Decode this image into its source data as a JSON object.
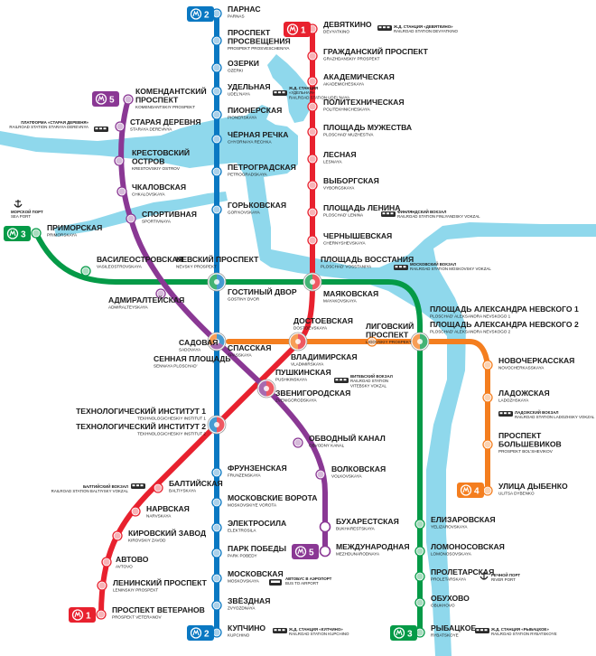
{
  "colors": {
    "line1": "#e8212e",
    "line2": "#0a78c2",
    "line3": "#059a47",
    "line4": "#f47e1f",
    "line5": "#8a3894",
    "river": "#8fd8ec",
    "label_ru": "#1a1a1a"
  },
  "badges": {
    "line1": "1",
    "line2": "2",
    "line3": "3",
    "line4": "4",
    "line5": "5"
  },
  "stations": {
    "parnas": {
      "ru": "ПАРНАС",
      "en": "PARNAS"
    },
    "prosveshcheniya": {
      "ru": "ПРОСПЕКТ ПРОСВЕЩЕНИЯ",
      "en": "PROSPEKT PROSVESCHENIYA"
    },
    "ozerki": {
      "ru": "ОЗЕРКИ",
      "en": "OZERKI"
    },
    "udelnaya": {
      "ru": "УДЕЛЬНАЯ",
      "en": "UDEL'NAYA"
    },
    "pionerskaya": {
      "ru": "ПИОНЕРСКАЯ",
      "en": "PIONERSKAYA"
    },
    "chernaya_rechka": {
      "ru": "ЧЁРНАЯ РЕЧКА",
      "en": "CHYORNAYA RECHKA"
    },
    "petrogradskaya": {
      "ru": "ПЕТРОГРАДСКАЯ",
      "en": "PETROGRADSKAYA"
    },
    "gorkovskaya": {
      "ru": "ГОРЬКОВСКАЯ",
      "en": "GOR'KOVSKAYA"
    },
    "nevsky": {
      "ru": "НЕВСКИЙ ПРОСПЕКТ",
      "en": "NEVSKY PROSPEKT"
    },
    "gostiny": {
      "ru": "ГОСТИНЫЙ ДВОР",
      "en": "GOSTINY DVOR"
    },
    "sennaya": {
      "ru": "СЕННАЯ ПЛОЩАДЬ",
      "en": "SENNAYA PLOSCHAD'"
    },
    "sadovaya": {
      "ru": "САДОВАЯ",
      "en": "SADOVAYA"
    },
    "spasskaya": {
      "ru": "СПАССКАЯ",
      "en": "SPASSKAYA"
    },
    "tech1": {
      "ru": "ТЕХНОЛОГИЧЕСКИЙ ИНСТИТУТ 1",
      "en": "TEKHNOLOGICHESKIY INSTITUT 1"
    },
    "tech2": {
      "ru": "ТЕХНОЛОГИЧЕСКИЙ ИНСТИТУТ 2",
      "en": "TEKHNOLOGICHESKIY INSTITUT 2"
    },
    "frunzenskaya": {
      "ru": "ФРУНЗЕНСКАЯ",
      "en": "FRUNZENSKAYA"
    },
    "moskovskie_vorota": {
      "ru": "МОСКОВСКИЕ ВОРОТА",
      "en": "MOSKOVSKIYE VOROTA"
    },
    "elektrosila": {
      "ru": "ЭЛЕКТРОСИЛА",
      "en": "ELEKTROSILA"
    },
    "park_pobedy": {
      "ru": "ПАРК ПОБЕДЫ",
      "en": "PARK POBEDY"
    },
    "moskovskaya": {
      "ru": "МОСКОВСКАЯ",
      "en": "MOSKOVSKAYA"
    },
    "zvezdnaya": {
      "ru": "ЗВЁЗДНАЯ",
      "en": "ZVYOZDNAYA"
    },
    "kupchino": {
      "ru": "КУПЧИНО",
      "en": "KUPCHINO"
    },
    "devyatkino": {
      "ru": "ДЕВЯТКИНО",
      "en": "DEVYATKINO"
    },
    "grazhdansky": {
      "ru": "ГРАЖДАНСКИЙ ПРОСПЕКТ",
      "en": "GRAZHDANSKIY PROSPEKT"
    },
    "akademicheskaya": {
      "ru": "АКАДЕМИЧЕСКАЯ",
      "en": "AKADEMICHESKAYA"
    },
    "politekhnicheskaya": {
      "ru": "ПОЛИТЕХНИЧЕСКАЯ",
      "en": "POLITEKHNICHESKAYA"
    },
    "muzhestva": {
      "ru": "ПЛОЩАДЬ МУЖЕСТВА",
      "en": "PLOSCHAD' MUZHESTVA"
    },
    "lesnaya": {
      "ru": "ЛЕСНАЯ",
      "en": "LESNAYA"
    },
    "vyborgskaya": {
      "ru": "ВЫБОРГСКАЯ",
      "en": "VYBORGSKAYA"
    },
    "lenina": {
      "ru": "ПЛОЩАДЬ ЛЕНИНА",
      "en": "PLOSCHAD' LENINA"
    },
    "chernyshevskaya": {
      "ru": "ЧЕРНЫШЕВСКАЯ",
      "en": "CHERNYSHEVSKAYA"
    },
    "vosstaniya": {
      "ru": "ПЛОЩАДЬ ВОССТАНИЯ",
      "en": "PLOSCHAD' VOSSTANIYA"
    },
    "vladimirskaya": {
      "ru": "ВЛАДИМИРСКАЯ",
      "en": "VLADIMIRSKAYA"
    },
    "pushkinskaya": {
      "ru": "ПУШКИНСКАЯ",
      "en": "PUSHKINSKAYA"
    },
    "baltiyskaya": {
      "ru": "БАЛТИЙСКАЯ",
      "en": "BALTIYSKAYA"
    },
    "narvskaya": {
      "ru": "НАРВСКАЯ",
      "en": "NARVSKAYA"
    },
    "kirovsky": {
      "ru": "КИРОВСКИЙ ЗАВОД",
      "en": "KIROVSKIY ZAVOD"
    },
    "avtovo": {
      "ru": "АВТОВО",
      "en": "AVTOVO"
    },
    "leninsky": {
      "ru": "ЛЕНИНСКИЙ ПРОСПЕКТ",
      "en": "LENINSKIY PROSPEKT"
    },
    "veteranov": {
      "ru": "ПРОСПЕКТ ВЕТЕРАНОВ",
      "en": "PROSPEKT VETERANOV"
    },
    "primorskaya": {
      "ru": "ПРИМОРСКАЯ",
      "en": "PRIMORSKAYA"
    },
    "vasileostrovskaya": {
      "ru": "ВАСИЛЕОСТРОВСКАЯ",
      "en": "VASILEOSTROVSKAYA"
    },
    "mayakovskaya": {
      "ru": "МАЯКОВСКАЯ",
      "en": "MAYAKOVSKAYA"
    },
    "alnevsky1": {
      "ru": "ПЛОЩАДЬ АЛЕКСАНДРА НЕВСКОГО 1",
      "en": "PLOSCHAD' ALEKSANDRA NEVSKOGO 1"
    },
    "alnevsky2": {
      "ru": "ПЛОЩАДЬ АЛЕКСАНДРА НЕВСКОГО 2",
      "en": "PLOSCHAD' ALEKSANDRA NEVSKOGO 2"
    },
    "elizarovskaya": {
      "ru": "ЕЛИЗАРОВСКАЯ",
      "en": "YELIZAROVSKAYA"
    },
    "lomonosovskaya": {
      "ru": "ЛОМОНОСОВСКАЯ",
      "en": "LOMONOSOVSKAYA"
    },
    "proletarskaya": {
      "ru": "ПРОЛЕТАРСКАЯ",
      "en": "PROLETARSKAYA"
    },
    "obukhovo": {
      "ru": "ОБУХОВО",
      "en": "OBUKHOVO"
    },
    "rybatskoe": {
      "ru": "РЫБАЦКОЕ",
      "en": "RYBATSKOYE"
    },
    "dostoevskaya": {
      "ru": "ДОСТОЕВСКАЯ",
      "en": "DOSTOEVSKAYA"
    },
    "ligovsky": {
      "ru": "ЛИГОВСКИЙ ПРОСПЕКТ",
      "en": "LIGOVSKIY PROSPEKT"
    },
    "novocherkasskaya": {
      "ru": "НОВОЧЕРКАССКАЯ",
      "en": "NOVOCHERKASSKAYA"
    },
    "ladozhskaya": {
      "ru": "ЛАДОЖСКАЯ",
      "en": "LADOZHSKAYA"
    },
    "bolshevikov": {
      "ru": "ПРОСПЕКТ БОЛЬШЕВИКОВ",
      "en": "PROSPEKT BOL'SHEVIKOV"
    },
    "dybenko": {
      "ru": "УЛИЦА ДЫБЕНКО",
      "en": "ULITSA DYBENKO"
    },
    "komendantsky": {
      "ru": "КОМЕНДАНТСКИЙ ПРОСПЕКТ",
      "en": "KOMENDANTSKIY PROSPEKT"
    },
    "staraya_derevnya": {
      "ru": "СТАРАЯ ДЕРЕВНЯ",
      "en": "STARAYA DEREVNYA"
    },
    "krestovsky": {
      "ru": "КРЕСТОВСКИЙ ОСТРОВ",
      "en": "KRESTOVSKIY OSTROV"
    },
    "chkalovskaya": {
      "ru": "ЧКАЛОВСКАЯ",
      "en": "CHKALOVSKAYA"
    },
    "sportivnaya": {
      "ru": "СПОРТИВНАЯ",
      "en": "SPORTIVNAYA"
    },
    "admiralteyskaya": {
      "ru": "АДМИРАЛТЕЙСКАЯ",
      "en": "ADMIRALTEYSKAYA"
    },
    "zvenigorodskaya": {
      "ru": "ЗВЕНИГОРОДСКАЯ",
      "en": "ZVENIGORODSKAYA"
    },
    "obvodny": {
      "ru": "ОБВОДНЫЙ КАНАЛ",
      "en": "OBVODNY KANAL"
    },
    "volkovskaya": {
      "ru": "ВОЛКОВСКАЯ",
      "en": "VOLKOVSKAYA"
    },
    "bukharestskaya": {
      "ru": "БУХАРЕСТСКАЯ",
      "en": "BUKHARESTSKAYA"
    },
    "mezhdunarodnaya": {
      "ru": "МЕЖДУНАРОДНАЯ",
      "en": "MEZHDUNARODNAYA"
    }
  },
  "notes": {
    "udelnaya_rail": {
      "l1": "Ж.Д. СТАНЦИЯ",
      "l2": "«УДЕЛЬНАЯ»",
      "l3": "RAILROAD STATION UDEL'NAYA"
    },
    "devyatkino_rail": {
      "l1": "Ж.Д. СТАНЦИЯ «ДЕВЯТКИНО»",
      "l2": "RAILROAD STATION DEVYATKINO"
    },
    "staraya_rail": {
      "l1": "ПЛАТФОРМА «СТАРАЯ ДЕРЕВНЯ»",
      "l2": "RAILROAD STATION STARAYA DEREVNYA"
    },
    "sea_port": {
      "l1": "МОРСКОЙ ПОРТ",
      "l2": "SEA PORT"
    },
    "finland_station": {
      "l1": "ФИНЛЯНДСКИЙ ВОКЗАЛ",
      "l2": "RAILROAD STATION FINLYANDSKY VOKZAL"
    },
    "moscow_station": {
      "l1": "МОСКОВСКИЙ ВОКЗАЛ",
      "l2": "RAILROAD STATION MOSKOVSKY VOKZAL"
    },
    "vitebsk_station": {
      "l1": "ВИТЕБСКИЙ ВОКЗАЛ",
      "l2": "RAILROAD STATION",
      "l3": "VITEBSKY VOKZAL"
    },
    "ladoga_station": {
      "l1": "ЛАДОЖСКИЙ ВОКЗАЛ",
      "l2": "RAILROAD STATION LADOZHSKY VOKZAL"
    },
    "baltic_station": {
      "l1": "БАЛТИЙСКИЙ ВОКЗАЛ",
      "l2": "RAILROAD STATION BALTIYSKY VOKZAL"
    },
    "airport_bus": {
      "l1": "АВТОБУС В АЭРОПОРТ",
      "l2": "BUS TO AIRPORT"
    },
    "river_port": {
      "l1": "РЕЧНОЙ ПОРТ",
      "l2": "RIVER PORT"
    },
    "kupchino_rail": {
      "l1": "Ж.Д. СТАНЦИЯ «КУПЧИНО»",
      "l2": "RAILROAD STATION KUPCHINO"
    },
    "rybatskoe_rail": {
      "l1": "Ж.Д. СТАНЦИЯ «РЫБАЦКОЕ»",
      "l2": "RAILROAD STATION RYBATSKOYE"
    }
  }
}
